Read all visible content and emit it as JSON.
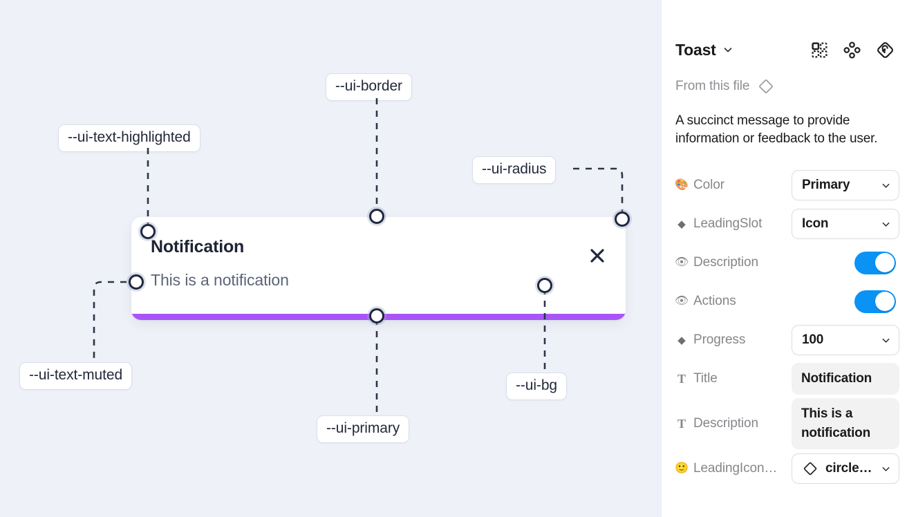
{
  "canvas": {
    "background_color": "#eef1f7",
    "toast": {
      "title": "Notification",
      "description": "This is a notification",
      "close_icon": "close-x-icon",
      "progress_color": "#a855f7",
      "background_color": "#ffffff"
    },
    "annotations": [
      {
        "id": "ui-text-highlighted",
        "label": "--ui-text-highlighted"
      },
      {
        "id": "ui-border",
        "label": "--ui-border"
      },
      {
        "id": "ui-radius",
        "label": "--ui-radius"
      },
      {
        "id": "ui-text-muted",
        "label": "--ui-text-muted"
      },
      {
        "id": "ui-primary",
        "label": "--ui-primary"
      },
      {
        "id": "ui-bg",
        "label": "--ui-bg"
      }
    ]
  },
  "panel": {
    "title": "Toast",
    "title_chevron_icon": "chevron-down-icon",
    "header_icons": [
      {
        "name": "component-grid-icon"
      },
      {
        "name": "four-dots-diamond-icon"
      },
      {
        "name": "reset-diamond-icon"
      }
    ],
    "from_file": {
      "label": "From this file",
      "icon": "diamond-icon"
    },
    "description": "A succinct message to provide information or feedback to the user.",
    "properties": [
      {
        "icon": "palette-icon",
        "glyph": "🎨",
        "label": "Color",
        "control": "select",
        "value": "Primary"
      },
      {
        "icon": "diamond-icon",
        "glyph": "◆",
        "label": "LeadingSlot",
        "control": "select",
        "value": "Icon"
      },
      {
        "icon": "eye-icon",
        "glyph": "👁",
        "label": "Description",
        "control": "toggle",
        "value": "on"
      },
      {
        "icon": "eye-icon",
        "glyph": "👁",
        "label": "Actions",
        "control": "toggle",
        "value": "on"
      },
      {
        "icon": "diamond-icon",
        "glyph": "◆",
        "label": "Progress",
        "control": "select",
        "value": "100"
      },
      {
        "icon": "text-t-icon",
        "glyph": "T",
        "label": "Title",
        "control": "text",
        "value": "Notification"
      },
      {
        "icon": "text-t-icon",
        "glyph": "T",
        "label": "Description",
        "control": "textarea",
        "value": "This is a notification"
      },
      {
        "icon": "smiley-icon",
        "glyph": "🙂",
        "label": "LeadingIcon…",
        "control": "icon-select",
        "value": "circle…"
      }
    ],
    "toggle_on_color": "#0a93f5",
    "field_background": "#f2f2f3"
  }
}
